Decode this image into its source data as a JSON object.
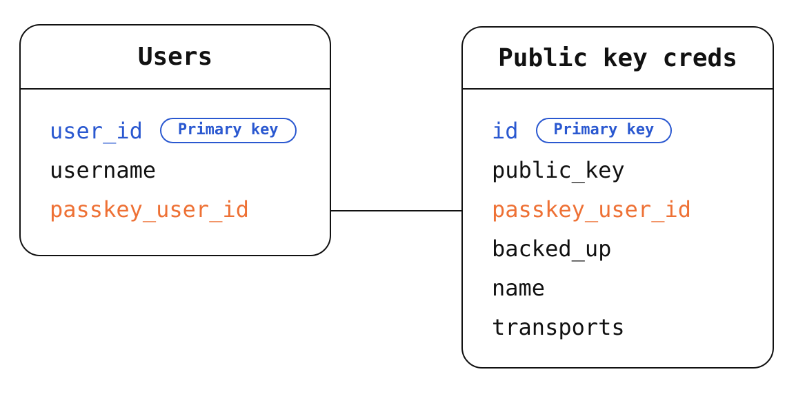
{
  "diagram": {
    "background_color": "#ffffff",
    "line_color": "#111111",
    "colors": {
      "primary_key_blue": "#2a58d0",
      "foreign_key_orange": "#ee7135",
      "text": "#111111"
    },
    "tables": [
      {
        "title": "Users",
        "fields": [
          {
            "name": "user_id",
            "role": "primary",
            "badge": "Primary key"
          },
          {
            "name": "username",
            "role": "normal"
          },
          {
            "name": "passkey_user_id",
            "role": "foreign"
          }
        ]
      },
      {
        "title": "Public key creds",
        "fields": [
          {
            "name": "id",
            "role": "primary",
            "badge": "Primary key"
          },
          {
            "name": "public_key",
            "role": "normal"
          },
          {
            "name": "passkey_user_id",
            "role": "foreign"
          },
          {
            "name": "backed_up",
            "role": "normal"
          },
          {
            "name": "name",
            "role": "normal"
          },
          {
            "name": "transports",
            "role": "normal"
          }
        ]
      }
    ],
    "relation": {
      "from_table": "Users",
      "from_field": "passkey_user_id",
      "to_table": "Public key creds",
      "to_field": "passkey_user_id"
    }
  }
}
